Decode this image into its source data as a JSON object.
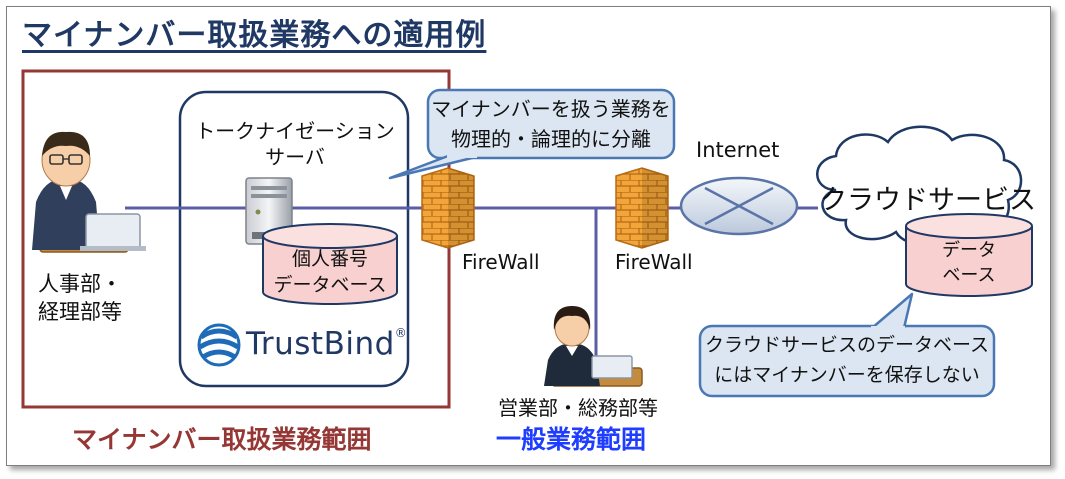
{
  "title": "マイナンバー取扱業務への適用例",
  "server_label_line1": "トークナイゼーション",
  "server_label_line2": "サーバ",
  "db_local_line1": "個人番号",
  "db_local_line2": "データベース",
  "trustbind_logo": "TrustBind",
  "callout_top_line1": "マイナンバーを扱う業務を",
  "callout_top_line2": "物理的・論理的に分離",
  "internet_label": "Internet",
  "firewall_label_1": "FireWall",
  "firewall_label_2": "FireWall",
  "cloud_label": "クラウドサービス",
  "cloud_db_line1": "データ",
  "cloud_db_line2": "ベース",
  "callout_bottom_line1": "クラウドサービスのデータベース",
  "callout_bottom_line2": "にはマイナンバーを保存しない",
  "user_left_line1": "人事部・",
  "user_left_line2": "経理部等",
  "user_mid_label": "営業部・総務部等",
  "zone_mynumber_label": "マイナンバー取扱業務範囲",
  "zone_general_label": "一般業務範囲",
  "colors": {
    "title": "#1f3864",
    "zone_mynumber": "#953735",
    "zone_general": "#1f3dff",
    "network_line": "#5b5ea6",
    "callout_fill": "#dce6f2",
    "callout_border": "#4a78b4",
    "db_fill": "#f8d0d0",
    "firewall": "#f0a030"
  }
}
